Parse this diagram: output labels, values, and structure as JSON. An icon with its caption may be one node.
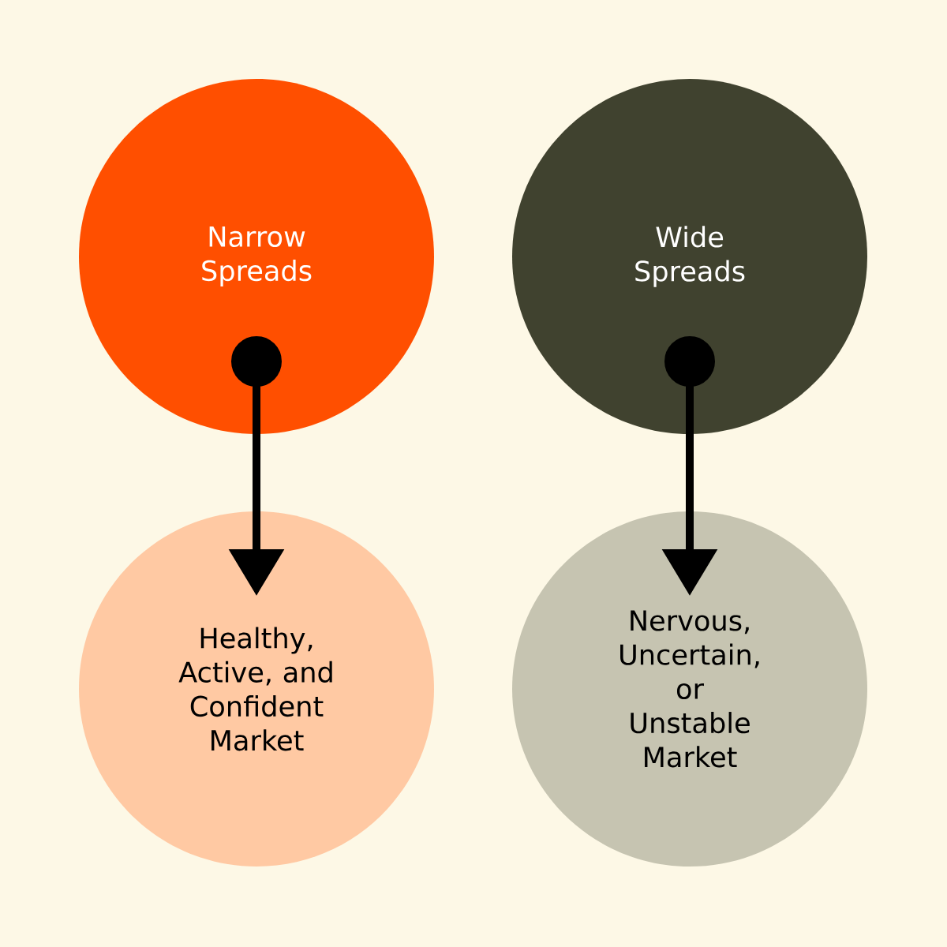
{
  "diagram": {
    "nodes": [
      {
        "text": [
          "Narrow Spreads"
        ]
      },
      {
        "text": [
          "Wide Spreads"
        ]
      },
      {
        "text": [
          "Healthy, Active, and Confident Market"
        ]
      },
      {
        "text": [
          "Nervous, Uncertain, or Unstable Market"
        ]
      }
    ],
    "edges": [
      {
        "from": 0,
        "to": 2,
        "arrow": "to"
      },
      {
        "from": 1,
        "to": 3,
        "arrow": "to"
      }
    ]
  }
}
